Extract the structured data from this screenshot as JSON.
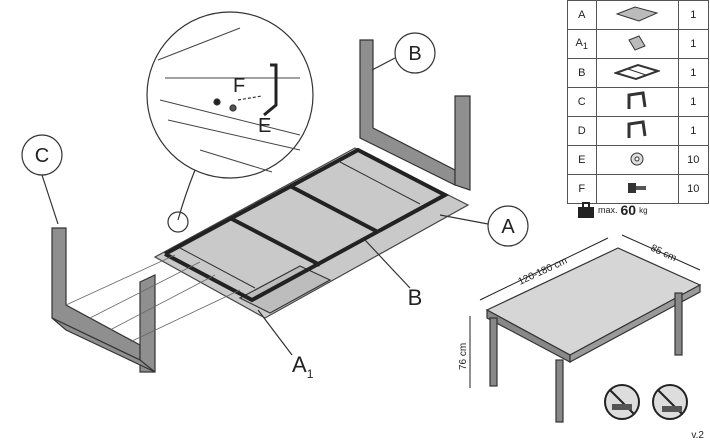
{
  "callouts": {
    "a": "A",
    "a1_main": "A",
    "a1_sub": "1",
    "b_top": "B",
    "b_bottom": "B",
    "c": "C",
    "e": "E",
    "f": "F"
  },
  "parts": [
    {
      "letter": "A",
      "sub": "",
      "icon": "tabletop-icon",
      "qty": "1"
    },
    {
      "letter": "A",
      "sub": "1",
      "icon": "extension-leaf-icon",
      "qty": "1"
    },
    {
      "letter": "B",
      "sub": "",
      "icon": "frame-icon",
      "qty": "1"
    },
    {
      "letter": "C",
      "sub": "",
      "icon": "leg-frame-c-icon",
      "qty": "1"
    },
    {
      "letter": "D",
      "sub": "",
      "icon": "leg-frame-d-icon",
      "qty": "1"
    },
    {
      "letter": "E",
      "sub": "",
      "icon": "washer-icon",
      "qty": "10"
    },
    {
      "letter": "F",
      "sub": "",
      "icon": "bolt-icon",
      "qty": "10"
    }
  ],
  "max_load": {
    "prefix": "max.",
    "value": "60",
    "unit": "kg"
  },
  "dimensions": {
    "length": "120-180 cm",
    "depth": "85 cm",
    "height": "76 cm"
  },
  "version": "v.2"
}
